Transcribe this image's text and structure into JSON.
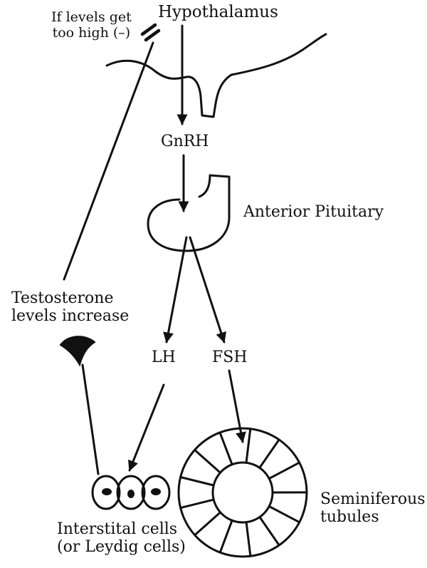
{
  "diagram": {
    "negative_feedback": {
      "line1": "If levels get",
      "line2": "too high (–)"
    },
    "hypothalamus": "Hypothalamus",
    "gnrh": "GnRH",
    "anterior_pituitary": "Anterior Pituitary",
    "testosterone": {
      "line1": "Testosterone",
      "line2": "levels increase"
    },
    "lh": "LH",
    "fsh": "FSH",
    "interstitial": {
      "line1": "Interstital cells",
      "line2": "(or Leydig cells)"
    },
    "seminiferous": {
      "line1": "Seminiferous",
      "line2": "tubules"
    }
  },
  "colors": {
    "ink": "#111111",
    "background": "#ffffff"
  }
}
